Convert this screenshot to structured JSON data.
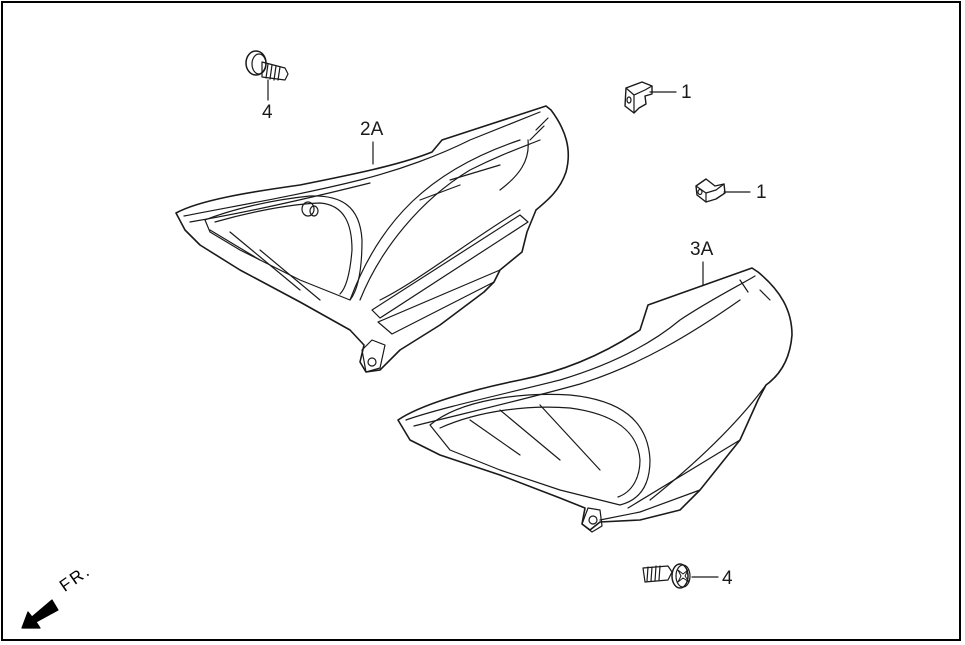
{
  "diagram": {
    "type": "exploded-parts-diagram",
    "border_color": "#000000",
    "line_color": "#1a1a1a",
    "background": "#ffffff"
  },
  "callouts": [
    {
      "id": "screw-top",
      "label": "4",
      "part": "screw"
    },
    {
      "id": "clip-top",
      "label": "1",
      "part": "clip"
    },
    {
      "id": "clip-mid",
      "label": "1",
      "part": "clip"
    },
    {
      "id": "cover-left",
      "label": "2A",
      "part": "side-cover"
    },
    {
      "id": "cover-right",
      "label": "3A",
      "part": "side-cover"
    },
    {
      "id": "screw-bottom",
      "label": "4",
      "part": "screw"
    }
  ],
  "direction_indicator": {
    "label": "FR.",
    "icon": "arrow-down-left-icon"
  }
}
